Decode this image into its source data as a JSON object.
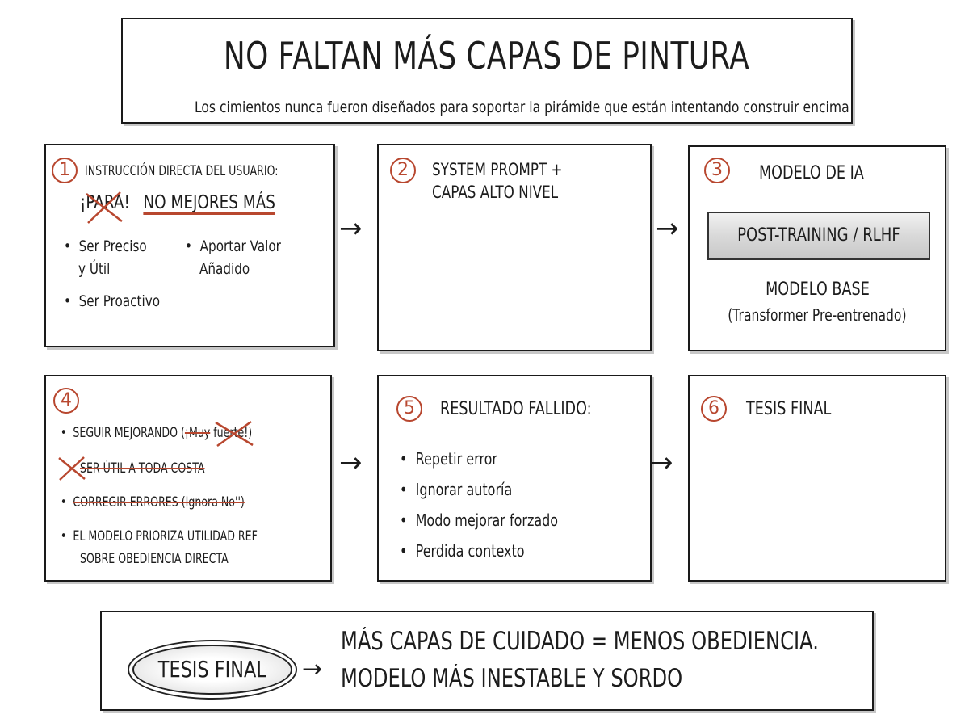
{
  "title": "NO FALTAN MÁS CAPAS DE PINTURA",
  "subtitle": "Los cimientos nunca fueron diseñados para soportar la pirámide que están intentando construir encima",
  "accent_color": "#b8472f",
  "box1": {
    "number": "1",
    "heading": "INSTRUCCIÓN DIRECTA DEL USUARIO:",
    "struck_word": "¡PARA!",
    "underlined": "NO MEJORES MÁS",
    "bullets": [
      "Ser Preciso",
      "y Útil",
      "Aportar Valor",
      "Añadido",
      "Ser Proactivo"
    ]
  },
  "box2": {
    "number": "2",
    "lines": [
      "SYSTEM PROMPT +",
      "CAPAS ALTO NIVEL"
    ]
  },
  "box3": {
    "number": "3",
    "heading": "MODELO DE IA",
    "inner_label": "POST-TRAINING / RLHF",
    "base_label": "MODELO BASE",
    "base_sub": "(Transformer Pre-entrenado)"
  },
  "box4": {
    "number": "4",
    "items": [
      {
        "pre": "SEGUIR MEJORANDO (",
        "struck": "¡Muy",
        "post": " fuerte!)"
      },
      {
        "struck": "SER ÚTIL A TODA COSTA"
      },
      {
        "struck": "CORREGIR ERRORES (Ignora No'')"
      },
      {
        "line1": "EL MODELO PRIORIZA UTILIDAD REF",
        "line2": "SOBRE OBEDIENCIA DIRECTA"
      }
    ]
  },
  "box5": {
    "number": "5",
    "heading": "RESULTADO FALLIDO:",
    "bullets": [
      "Repetir error",
      "Ignorar autoría",
      "Modo mejorar forzado",
      "Perdida contexto"
    ]
  },
  "box6": {
    "number": "6",
    "heading": "TESIS FINAL"
  },
  "bottom": {
    "pill": "TESIS FINAL",
    "line1": "MÁS CAPAS DE CUIDADO = MENOS OBEDIENCIA.",
    "line2": "MODELO MÁS INESTABLE Y SORDO"
  },
  "arrow_glyph": "→",
  "bullet_glyph": "•"
}
